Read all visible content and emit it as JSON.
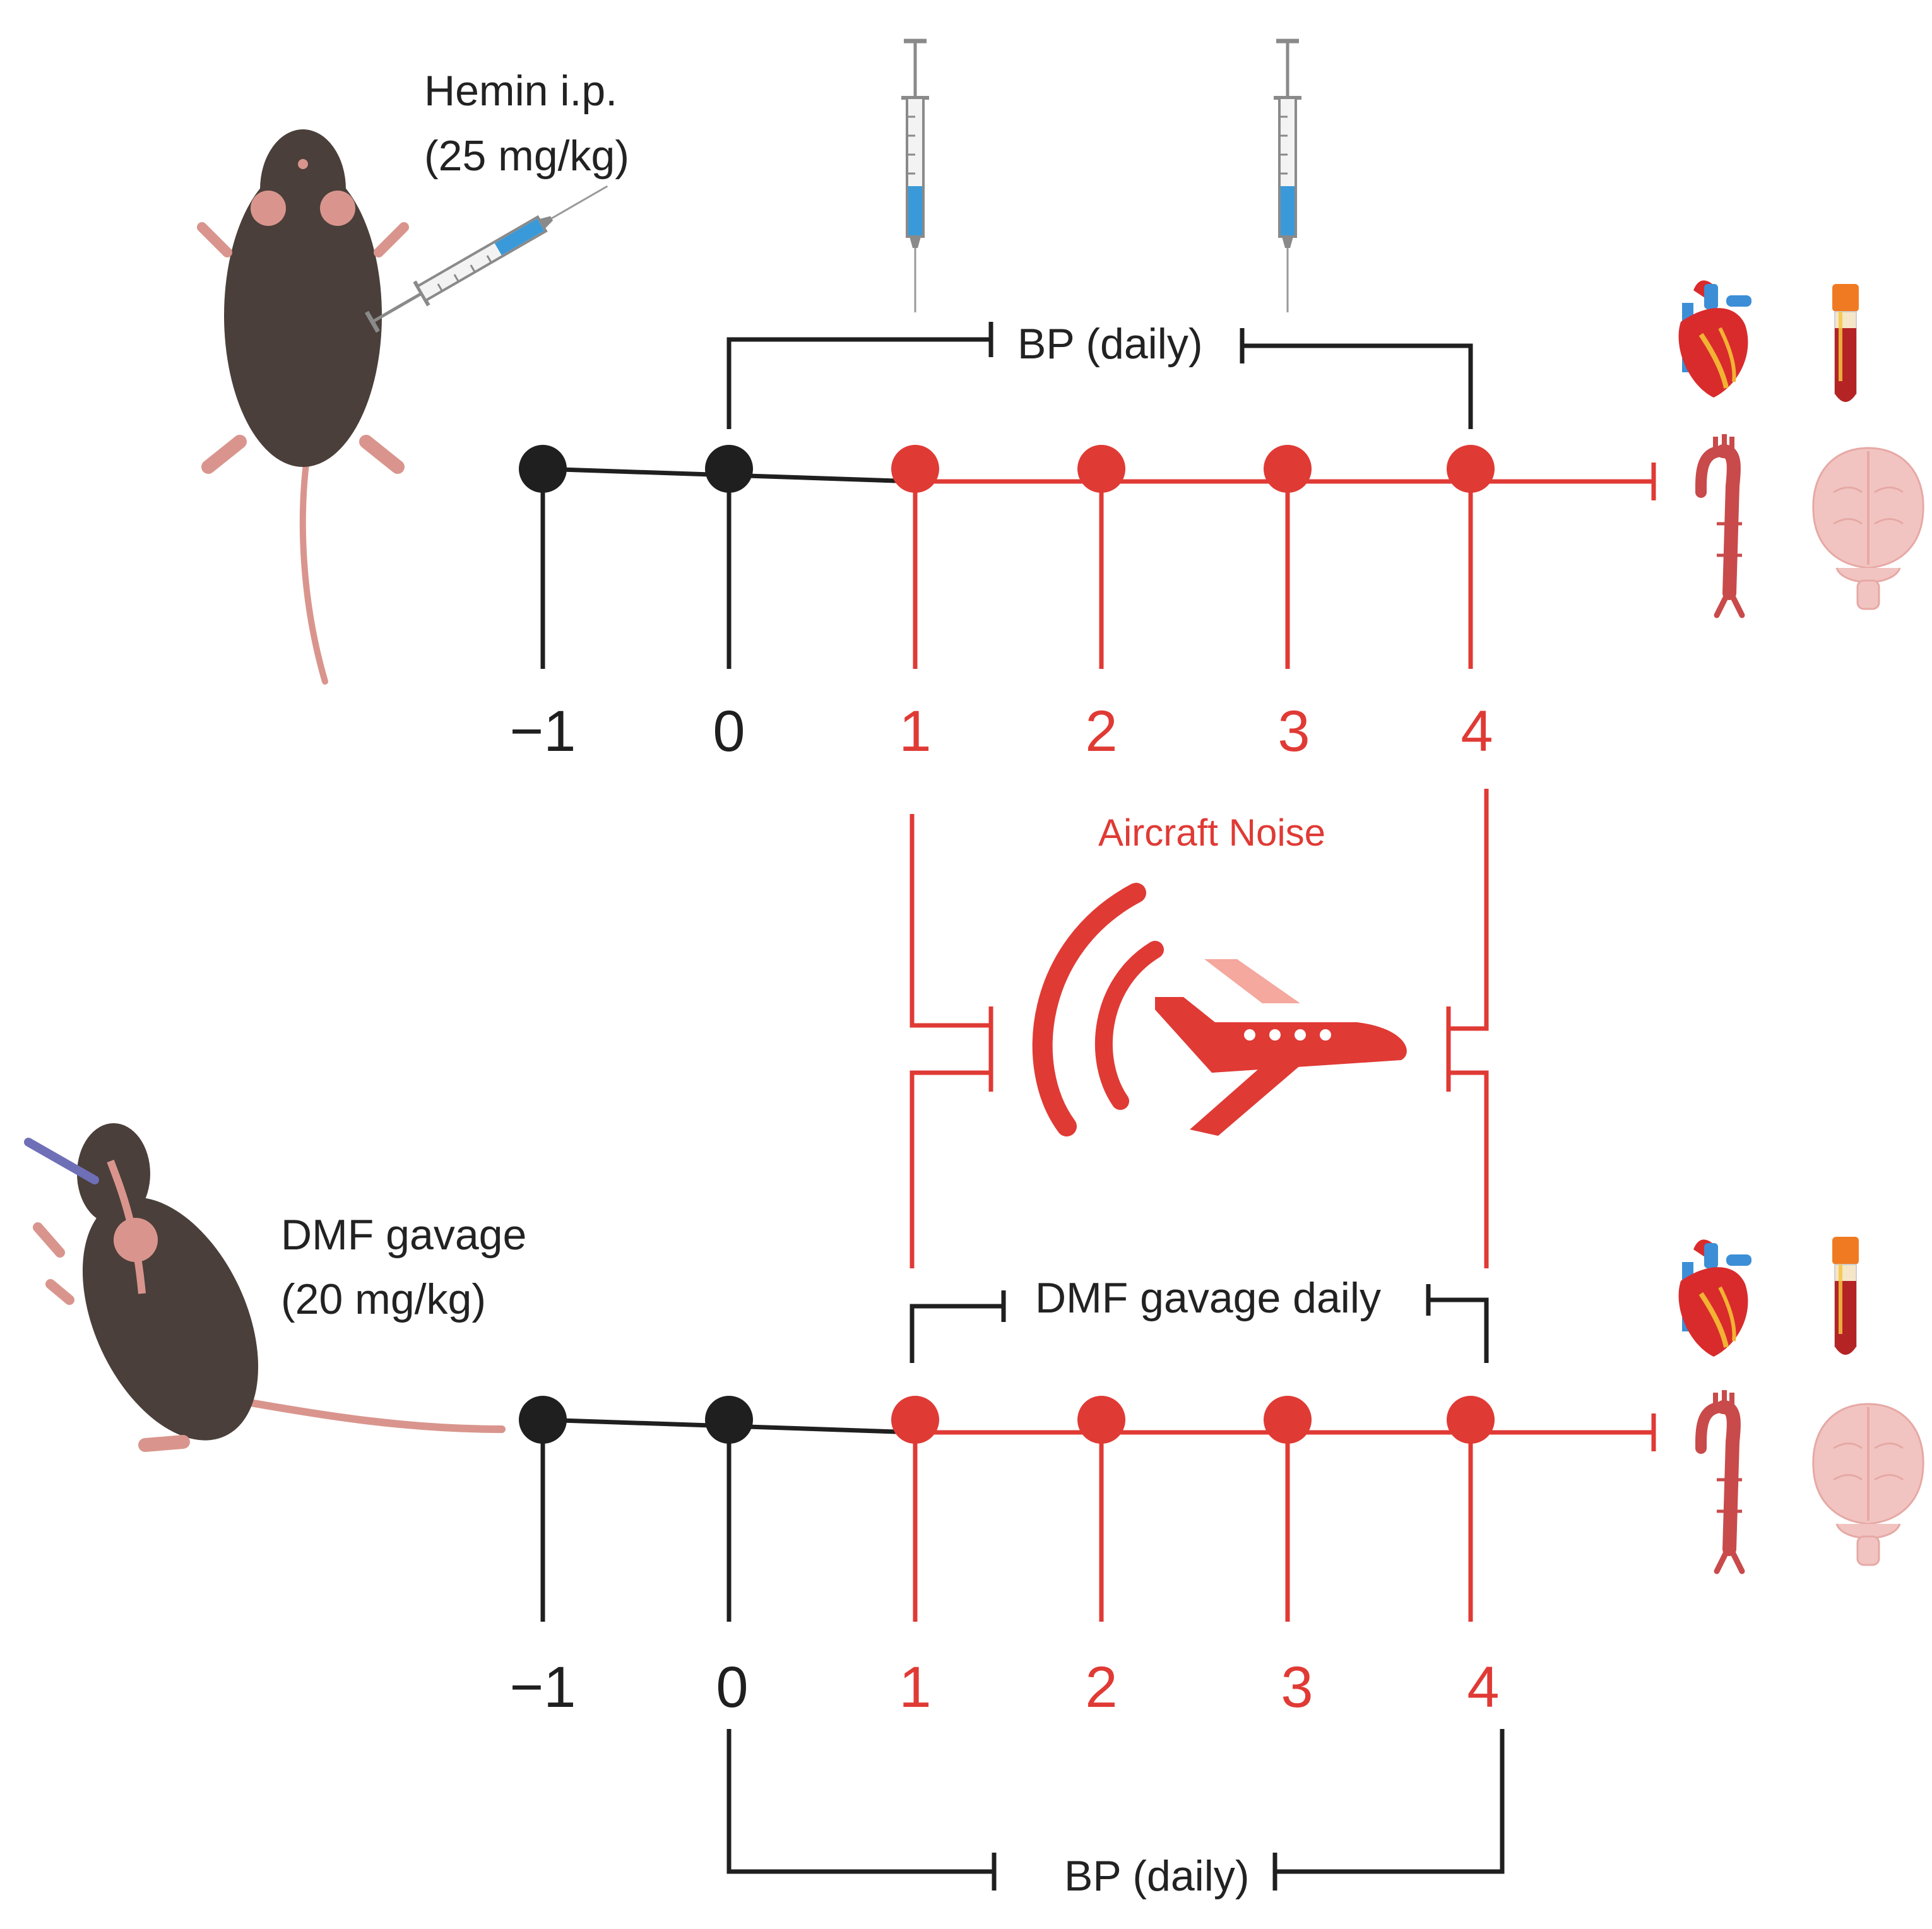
{
  "colors": {
    "black": "#1f1f1f",
    "red": "#e03a35",
    "mouse_fur": "#4a3f3a",
    "mouse_skin": "#d9958d",
    "syringe_blue": "#3a9ad9",
    "heart": "#d92b2b",
    "vessel_blue": "#3c8fd6",
    "blood": "#b42424",
    "cap_orange": "#f07a21",
    "brain": "#f2c4c1",
    "plane_tail": "#f4a89e"
  },
  "top_panel": {
    "treatment_label_1": "Hemin i.p.",
    "treatment_label_2": "(25 mg/kg)",
    "bp_label": "BP (daily)",
    "ticks": [
      "−1",
      "0",
      "1",
      "2",
      "3",
      "4"
    ],
    "icons": [
      "syringe-icon",
      "syringe-icon",
      "heart-icon",
      "blood-tube-icon",
      "aorta-icon",
      "brain-icon"
    ]
  },
  "middle": {
    "noise_label": "Aircraft Noise",
    "icons": [
      "sound-wave-icon",
      "airplane-icon"
    ]
  },
  "bottom_panel": {
    "treatment_label_1": "DMF gavage",
    "treatment_label_2": "(20 mg/kg)",
    "gavage_label": "DMF gavage daily",
    "bp_label": "BP (daily)",
    "ticks": [
      "−1",
      "0",
      "1",
      "2",
      "3",
      "4"
    ],
    "icons": [
      "heart-icon",
      "blood-tube-icon",
      "aorta-icon",
      "brain-icon"
    ]
  }
}
